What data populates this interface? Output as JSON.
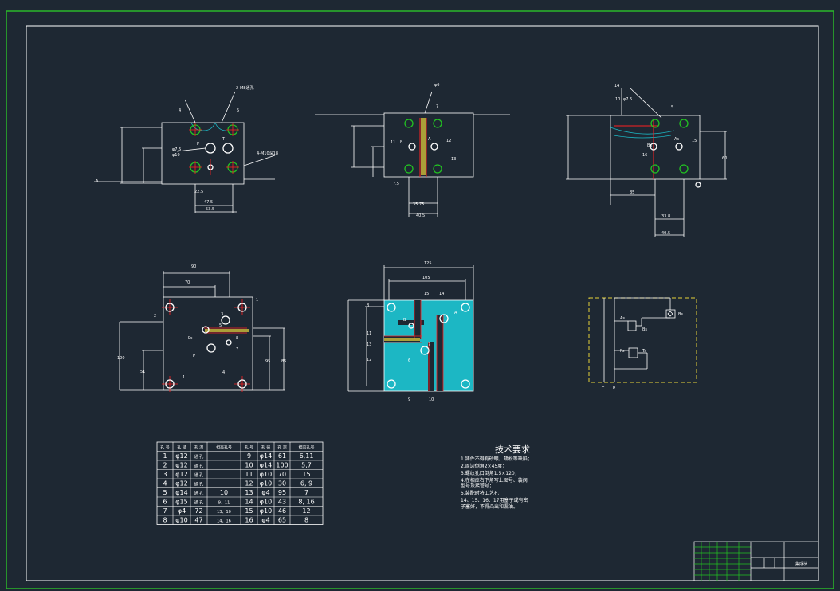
{
  "app": {
    "background": "#1e2833",
    "sheet_border_color": "#2ab72a",
    "line_color": "#ffffff",
    "hole_outline_color": "#22c322",
    "center_mark_color": "#ff2020",
    "section_fill_color": "#1cb7c4",
    "hydraulic_frame_color": "#e6d23a"
  },
  "views": {
    "front": {
      "texts": [
        "2-M8通孔",
        "4",
        "5",
        "P",
        "T",
        "φ7.5",
        "φ10",
        "4-M10深18",
        "47.5",
        "53.5",
        "22.5",
        "A"
      ]
    },
    "side": {
      "texts": [
        "φ6",
        "7",
        "11",
        "B",
        "A",
        "12",
        "13",
        "40.5",
        "35.75",
        "7.5"
      ]
    },
    "right": {
      "texts": [
        "14",
        "5",
        "10",
        "φ7.5",
        "15",
        "16",
        "Bs",
        "As",
        "33.8",
        "40.5",
        "60",
        "85"
      ]
    },
    "plan": {
      "texts": [
        "90",
        "70",
        "1",
        "2",
        "3",
        "5",
        "7",
        "8",
        "Ps",
        "P",
        "1",
        "4",
        "100",
        "95",
        "85",
        "51"
      ]
    },
    "section": {
      "texts": [
        "125",
        "105",
        "15",
        "14",
        "8",
        "11",
        "13",
        "12",
        "7",
        "6",
        "9",
        "10",
        "B",
        "A"
      ]
    },
    "hydraulic": {
      "texts": [
        "As",
        "Bs",
        "Bs",
        "Ps",
        "Ts",
        "T",
        "P"
      ]
    }
  },
  "hole_table": {
    "headers": [
      "孔 号",
      "孔 径",
      "孔 深",
      "相交孔号",
      "孔 号",
      "孔 径",
      "孔 深",
      "相交孔号"
    ],
    "rows": [
      [
        "1",
        "φ12",
        "通 孔",
        "",
        "9",
        "φ14",
        "61",
        "6,11"
      ],
      [
        "2",
        "φ12",
        "通 孔",
        "",
        "10",
        "φ14",
        "100",
        "5,7"
      ],
      [
        "3",
        "φ12",
        "通 孔",
        "",
        "11",
        "φ10",
        "70",
        "15"
      ],
      [
        "4",
        "φ12",
        "通 孔",
        "",
        "12",
        "φ10",
        "30",
        "6, 9"
      ],
      [
        "5",
        "φ14",
        "通 孔",
        "10",
        "13",
        "φ4",
        "95",
        "7"
      ],
      [
        "6",
        "φ15",
        "通 孔",
        "9、11",
        "14",
        "φ10",
        "43",
        "8, 16"
      ],
      [
        "7",
        "φ4",
        "72",
        "13、10",
        "15",
        "φ10",
        "46",
        "12"
      ],
      [
        "8",
        "φ10",
        "47",
        "14、16",
        "16",
        "φ4",
        "65",
        "8"
      ]
    ]
  },
  "tech_requirements": {
    "title": "技术要求",
    "lines": [
      "1.铸件不得有砂眼，疏松等缺陷；",
      "2.周边倒角2×45度；",
      "3.螺纹孔口倒角1.5×120；",
      "4.在相应右下角写上图号、装阀",
      "型号及接管号；",
      "5.装配时将工艺孔",
      "14、15、16、17用塞子或有密",
      "子塞好，不得凸出和漏油。"
    ]
  },
  "title_block": {
    "name": "集成块"
  }
}
